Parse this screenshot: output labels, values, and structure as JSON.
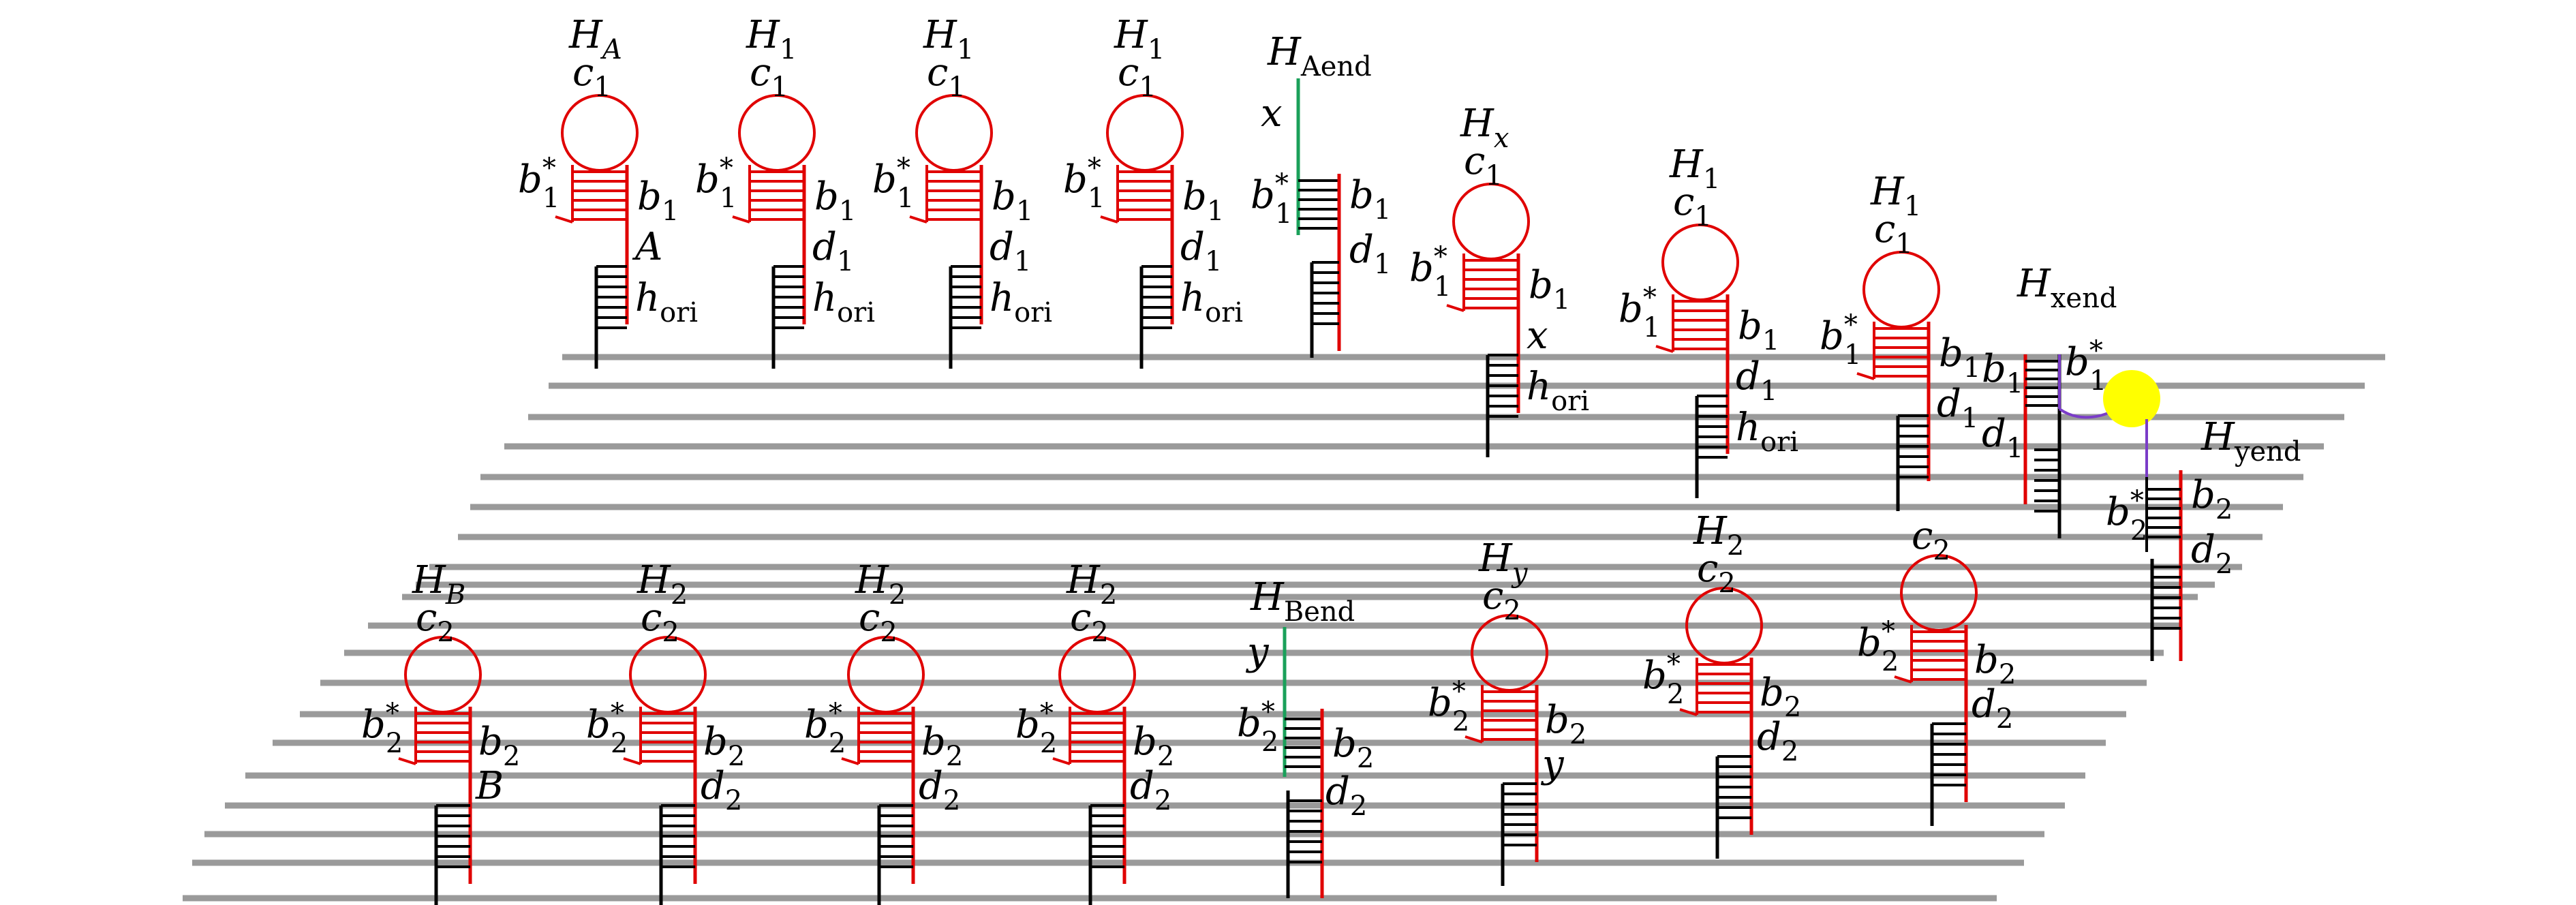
{
  "colors": {
    "hairpin": "#e00000",
    "toehold": "#000000",
    "guide": "#1aa05a",
    "linker": "#7a3cc8",
    "bead": "#ffff00",
    "track": "#9a9a9a"
  },
  "upper_row": [
    {
      "name": "H",
      "name_sub": "A",
      "loop": "c",
      "loop_sub": "1",
      "stem_star": "b",
      "stem_star_sub": "1",
      "stem": "b",
      "stem_sub": "1",
      "mid": "A",
      "mid_sub": "",
      "toe": "h",
      "toe_sub": "ori"
    },
    {
      "name": "H",
      "name_sub": "1",
      "loop": "c",
      "loop_sub": "1",
      "stem_star": "b",
      "stem_star_sub": "1",
      "stem": "b",
      "stem_sub": "1",
      "mid": "d",
      "mid_sub": "1",
      "toe": "h",
      "toe_sub": "ori"
    },
    {
      "name": "H",
      "name_sub": "1",
      "loop": "c",
      "loop_sub": "1",
      "stem_star": "b",
      "stem_star_sub": "1",
      "stem": "b",
      "stem_sub": "1",
      "mid": "d",
      "mid_sub": "1",
      "toe": "h",
      "toe_sub": "ori"
    },
    {
      "name": "H",
      "name_sub": "1",
      "loop": "c",
      "loop_sub": "1",
      "stem_star": "b",
      "stem_star_sub": "1",
      "stem": "b",
      "stem_sub": "1",
      "mid": "d",
      "mid_sub": "1",
      "toe": "h",
      "toe_sub": "ori"
    }
  ],
  "upper_end": {
    "name": "H",
    "name_sub": "Aend",
    "guide": "x",
    "stem_star": "b",
    "stem_star_sub": "1",
    "stem": "b",
    "stem_sub": "1",
    "mid": "d",
    "mid_sub": "1"
  },
  "upper_tilted": [
    {
      "name": "H",
      "name_sub": "x",
      "loop": "c",
      "loop_sub": "1",
      "stem_star": "b",
      "stem_star_sub": "1",
      "stem": "b",
      "stem_sub": "1",
      "mid": "x",
      "mid_sub": "",
      "toe": "h",
      "toe_sub": "ori"
    },
    {
      "name": "H",
      "name_sub": "1",
      "loop": "c",
      "loop_sub": "1",
      "stem_star": "b",
      "stem_star_sub": "1",
      "stem": "b",
      "stem_sub": "1",
      "mid": "d",
      "mid_sub": "1",
      "toe": "h",
      "toe_sub": "ori"
    },
    {
      "name": "H",
      "name_sub": "1",
      "loop": "c",
      "loop_sub": "1",
      "stem_star": "b",
      "stem_star_sub": "1",
      "stem": "b",
      "stem_sub": "1",
      "mid": "d",
      "mid_sub": "1",
      "toe": "",
      "toe_sub": ""
    }
  ],
  "xend": {
    "name": "H",
    "name_sub": "xend",
    "left_top": "b",
    "left_top_sub": "1",
    "right_top": "b",
    "right_top_sub": "1",
    "left_bottom": "d",
    "left_bottom_sub": "1"
  },
  "yend": {
    "name": "H",
    "name_sub": "yend",
    "stem_star": "b",
    "stem_star_sub": "2",
    "stem": "b",
    "stem_sub": "2",
    "mid": "d",
    "mid_sub": "2"
  },
  "lower_row": [
    {
      "name": "H",
      "name_sub": "B",
      "loop": "c",
      "loop_sub": "2",
      "stem_star": "b",
      "stem_star_sub": "2",
      "stem": "b",
      "stem_sub": "2",
      "mid": "B",
      "mid_sub": ""
    },
    {
      "name": "H",
      "name_sub": "2",
      "loop": "c",
      "loop_sub": "2",
      "stem_star": "b",
      "stem_star_sub": "2",
      "stem": "b",
      "stem_sub": "2",
      "mid": "d",
      "mid_sub": "2"
    },
    {
      "name": "H",
      "name_sub": "2",
      "loop": "c",
      "loop_sub": "2",
      "stem_star": "b",
      "stem_star_sub": "2",
      "stem": "b",
      "stem_sub": "2",
      "mid": "d",
      "mid_sub": "2"
    },
    {
      "name": "H",
      "name_sub": "2",
      "loop": "c",
      "loop_sub": "2",
      "stem_star": "b",
      "stem_star_sub": "2",
      "stem": "b",
      "stem_sub": "2",
      "mid": "d",
      "mid_sub": "2"
    }
  ],
  "lower_end": {
    "name": "H",
    "name_sub": "Bend",
    "guide": "y",
    "stem_star": "b",
    "stem_star_sub": "2",
    "stem": "b",
    "stem_sub": "2",
    "mid": "d",
    "mid_sub": "2"
  },
  "lower_tilted": [
    {
      "name": "H",
      "name_sub": "y",
      "loop": "c",
      "loop_sub": "2",
      "stem_star": "b",
      "stem_star_sub": "2",
      "stem": "b",
      "stem_sub": "2",
      "mid": "y",
      "mid_sub": ""
    },
    {
      "name": "H",
      "name_sub": "2",
      "loop": "c",
      "loop_sub": "2",
      "stem_star": "b",
      "stem_star_sub": "2",
      "stem": "b",
      "stem_sub": "2",
      "mid": "d",
      "mid_sub": "2"
    },
    {
      "name": "",
      "name_sub": "",
      "loop": "c",
      "loop_sub": "2",
      "stem_star": "b",
      "stem_star_sub": "2",
      "stem": "b",
      "stem_sub": "2",
      "mid": "d",
      "mid_sub": "2"
    }
  ]
}
